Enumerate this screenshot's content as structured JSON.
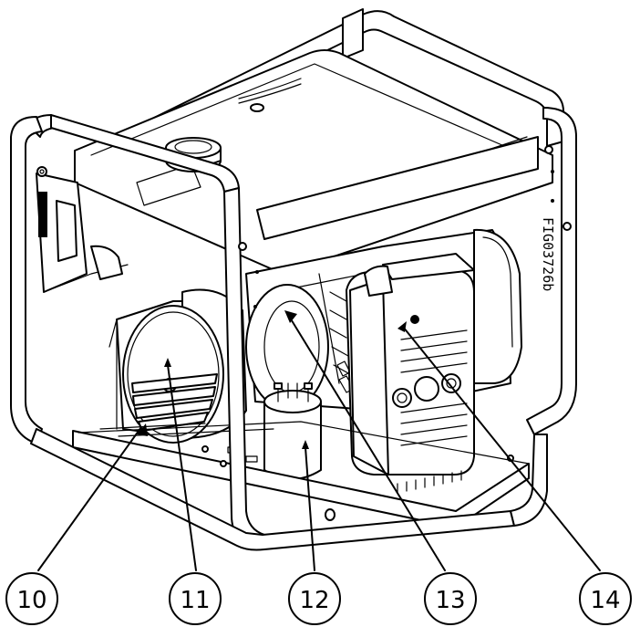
{
  "figure_id": "FIG03726b",
  "callouts": [
    {
      "label": "10",
      "part": "alternator-end-grille"
    },
    {
      "label": "11",
      "part": "alternator-end-cover"
    },
    {
      "label": "12",
      "part": "capacitor"
    },
    {
      "label": "13",
      "part": "engine-cooling-area"
    },
    {
      "label": "14",
      "part": "muffler-guard"
    }
  ]
}
